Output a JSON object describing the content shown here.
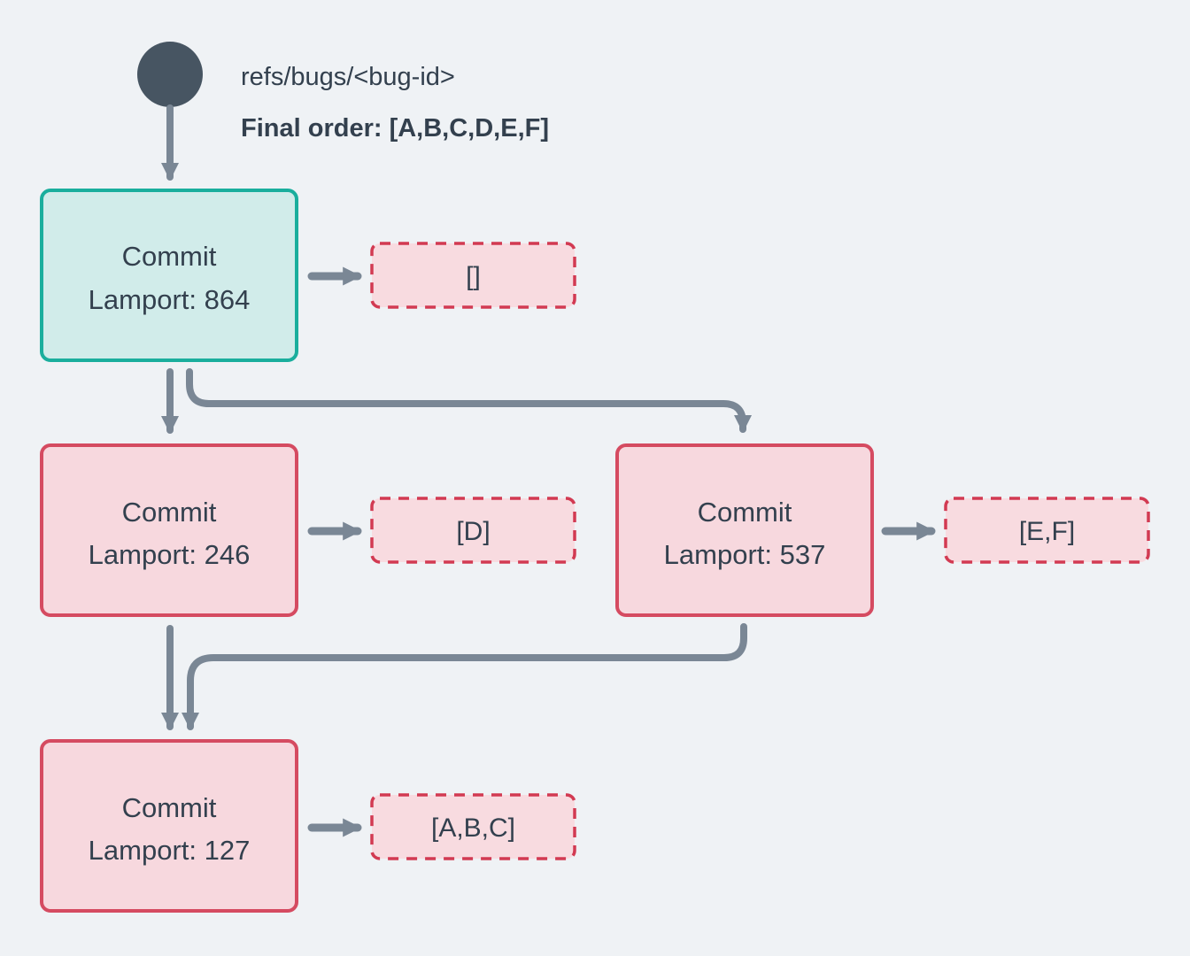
{
  "header": {
    "ref_label": "refs/bugs/<bug-id>",
    "final_order": "Final order: [A,B,C,D,E,F]"
  },
  "nodes": [
    {
      "title": "Commit",
      "lamport": "Lamport: 864",
      "payload": "[]"
    },
    {
      "title": "Commit",
      "lamport": "Lamport: 246",
      "payload": "[D]"
    },
    {
      "title": "Commit",
      "lamport": "Lamport: 537",
      "payload": "[E,F]"
    },
    {
      "title": "Commit",
      "lamport": "Lamport: 127",
      "payload": "[A,B,C]"
    }
  ],
  "colors": {
    "background": "#eff2f5",
    "text": "#33404e",
    "ref_node": "#475562",
    "arrow": "#7a8795",
    "teal_border": "#1aae9d",
    "teal_fill": "#d1ecea",
    "pink_border": "#d54b61",
    "pink_fill": "#f7d8de",
    "dashed_border": "#d23a52",
    "dashed_fill": "#f8dbe0"
  }
}
